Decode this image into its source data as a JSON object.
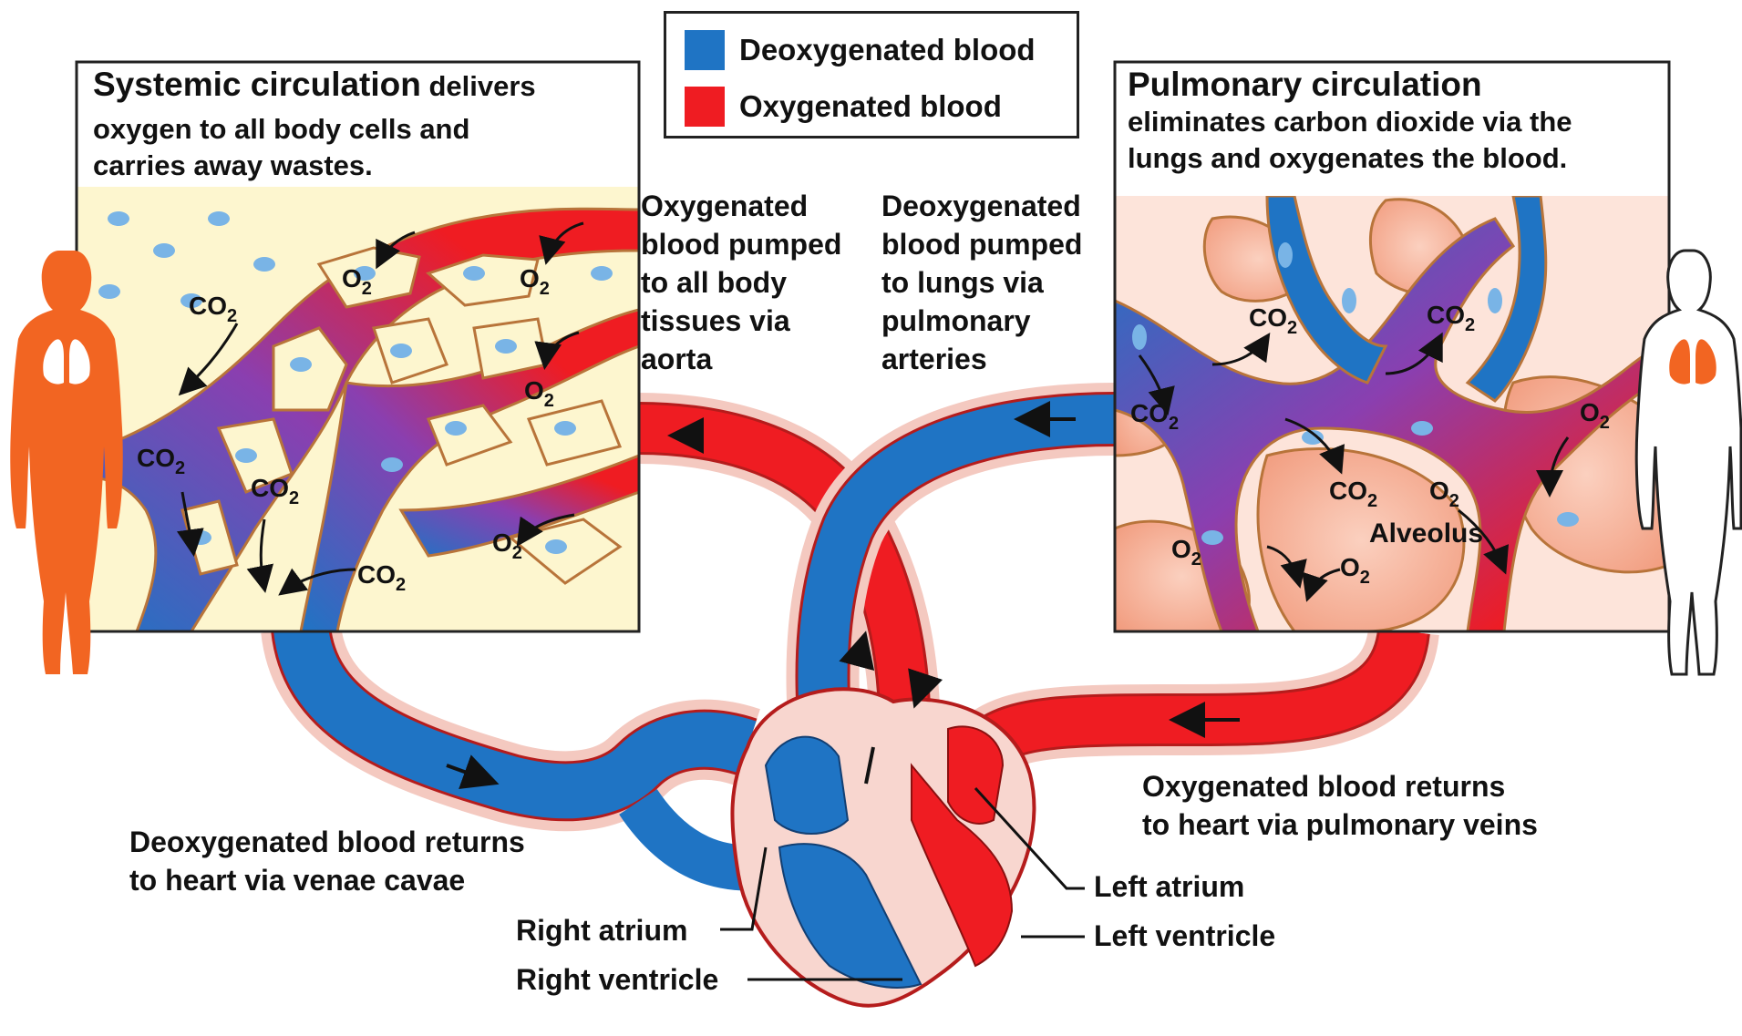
{
  "legend": {
    "items": [
      {
        "label": "Deoxygenated blood",
        "color": "#1f74c4"
      },
      {
        "label": "Oxygenated blood",
        "color": "#ef1c22"
      }
    ]
  },
  "systemic": {
    "title": "Systemic circulation",
    "desc_inline": " delivers",
    "desc_rest": "oxygen to all body cells and\ncarries away wastes."
  },
  "pulmonary": {
    "title": "Pulmonary circulation",
    "desc": "eliminates carbon dioxide via the\nlungs and oxygenates the blood."
  },
  "labels": {
    "aorta": "Oxygenated\nblood pumped\nto all body\ntissues via\naorta",
    "pulmonary_arteries": "Deoxygenated\nblood pumped\nto lungs via\npulmonary\narteries",
    "venae_cavae": "Deoxygenated blood returns\nto heart via venae cavae",
    "pulmonary_veins": "Oxygenated blood returns\nto heart via pulmonary veins",
    "right_atrium": "Right atrium",
    "right_ventricle": "Right ventricle",
    "left_atrium": "Left atrium",
    "left_ventricle": "Left ventricle",
    "alveolus": "Alveolus"
  },
  "chem": {
    "co2_base": "CO",
    "o2_base": "O",
    "subscript": "2"
  },
  "colors": {
    "deoxy": "#1f74c4",
    "oxy": "#ef1c22",
    "mixed": "#8a3fb0",
    "cell": "#fdf6cf",
    "cell_border": "#b8743a",
    "alveolus": "#f6a98c",
    "body": "#f26522"
  }
}
